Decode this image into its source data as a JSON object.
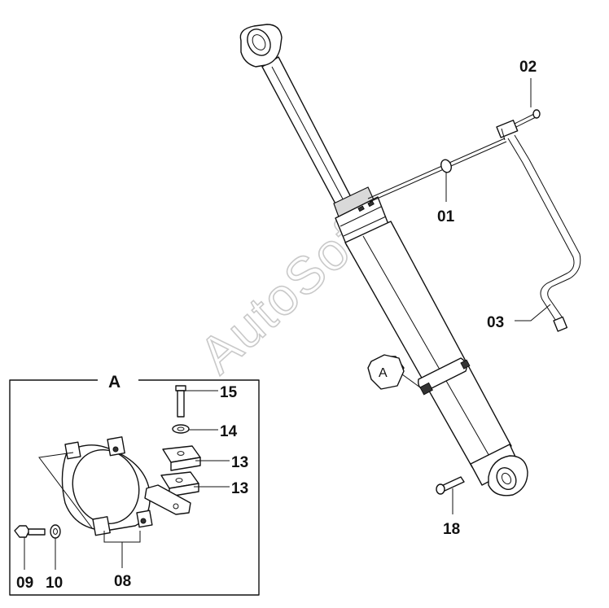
{
  "watermark": "AutoSoft",
  "detail_view": {
    "title": "A",
    "callout": "A"
  },
  "part_labels": {
    "p01": "01",
    "p02": "02",
    "p03": "03",
    "p08": "08",
    "p09": "09",
    "p10": "10",
    "p13a": "13",
    "p13b": "13",
    "p14": "14",
    "p15": "15",
    "p18": "18"
  }
}
